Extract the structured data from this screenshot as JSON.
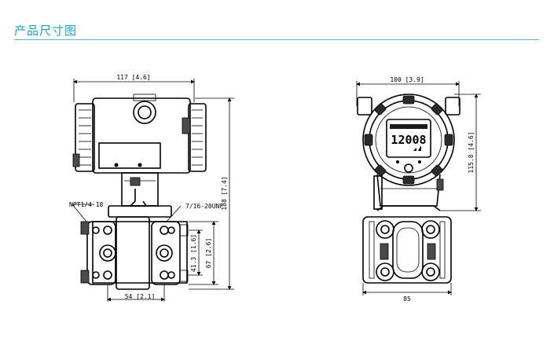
{
  "header": {
    "title": "产品尺寸图"
  },
  "side_view": {
    "dim_width": "117 [4.6]",
    "dim_height": "188 [7.4]",
    "dim_bottom_width": "54 [2.1]",
    "dim_flange_center": "41.3 [1.6]",
    "dim_flange_height": "67 [2.6]",
    "label_process_port": "NPT1/4-18",
    "label_bolt_thread": "7/16-20UNF"
  },
  "front_view": {
    "dim_width": "100 [3.9]",
    "dim_height": "115.8 [4.6]",
    "dim_bottom_width": "85",
    "display_reading": "12008"
  }
}
